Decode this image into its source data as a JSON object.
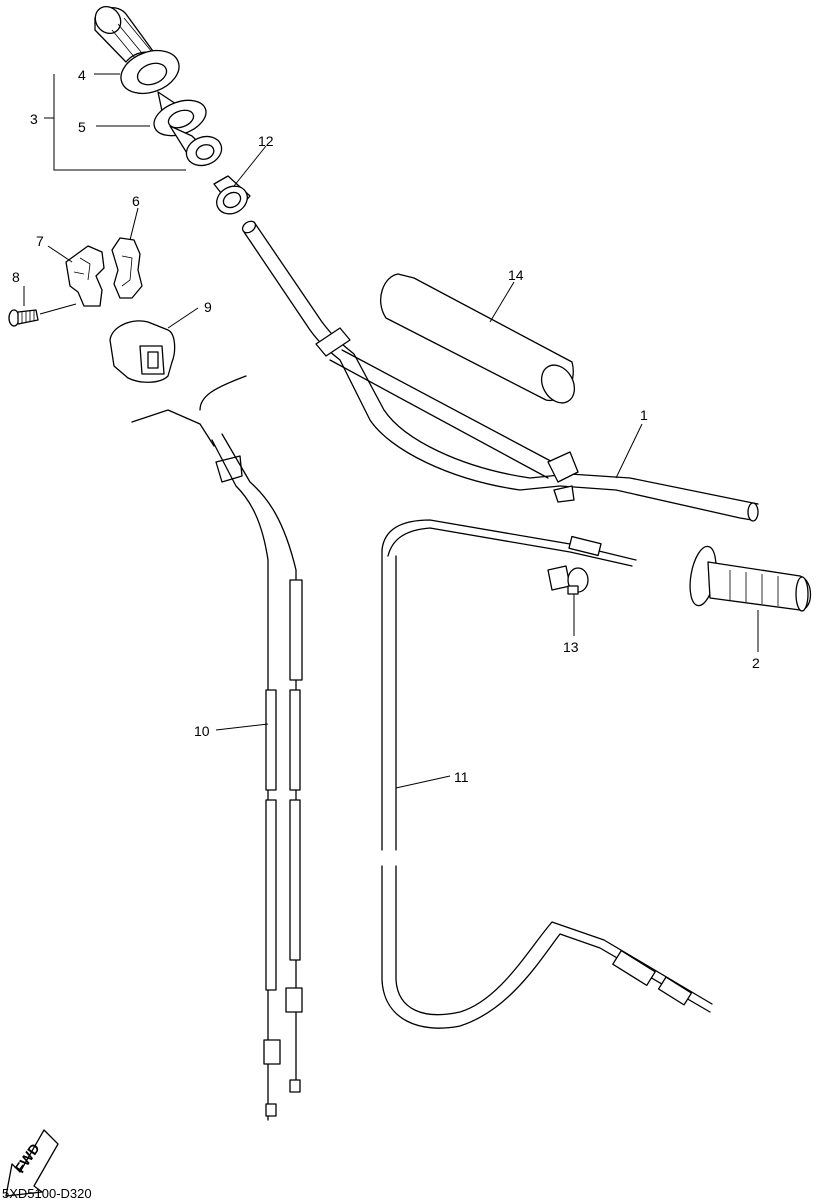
{
  "callouts": {
    "c1": "1",
    "c2": "2",
    "c3": "3",
    "c4": "4",
    "c5": "5",
    "c6": "6",
    "c7": "7",
    "c8": "8",
    "c9": "9",
    "c10": "10",
    "c11": "11",
    "c12": "12",
    "c13": "13",
    "c14": "14"
  },
  "fwd_label": "FWD",
  "diagram_code": "5XD5100-D320",
  "icons": {
    "direction_arrow": "fwd-arrow-icon"
  }
}
